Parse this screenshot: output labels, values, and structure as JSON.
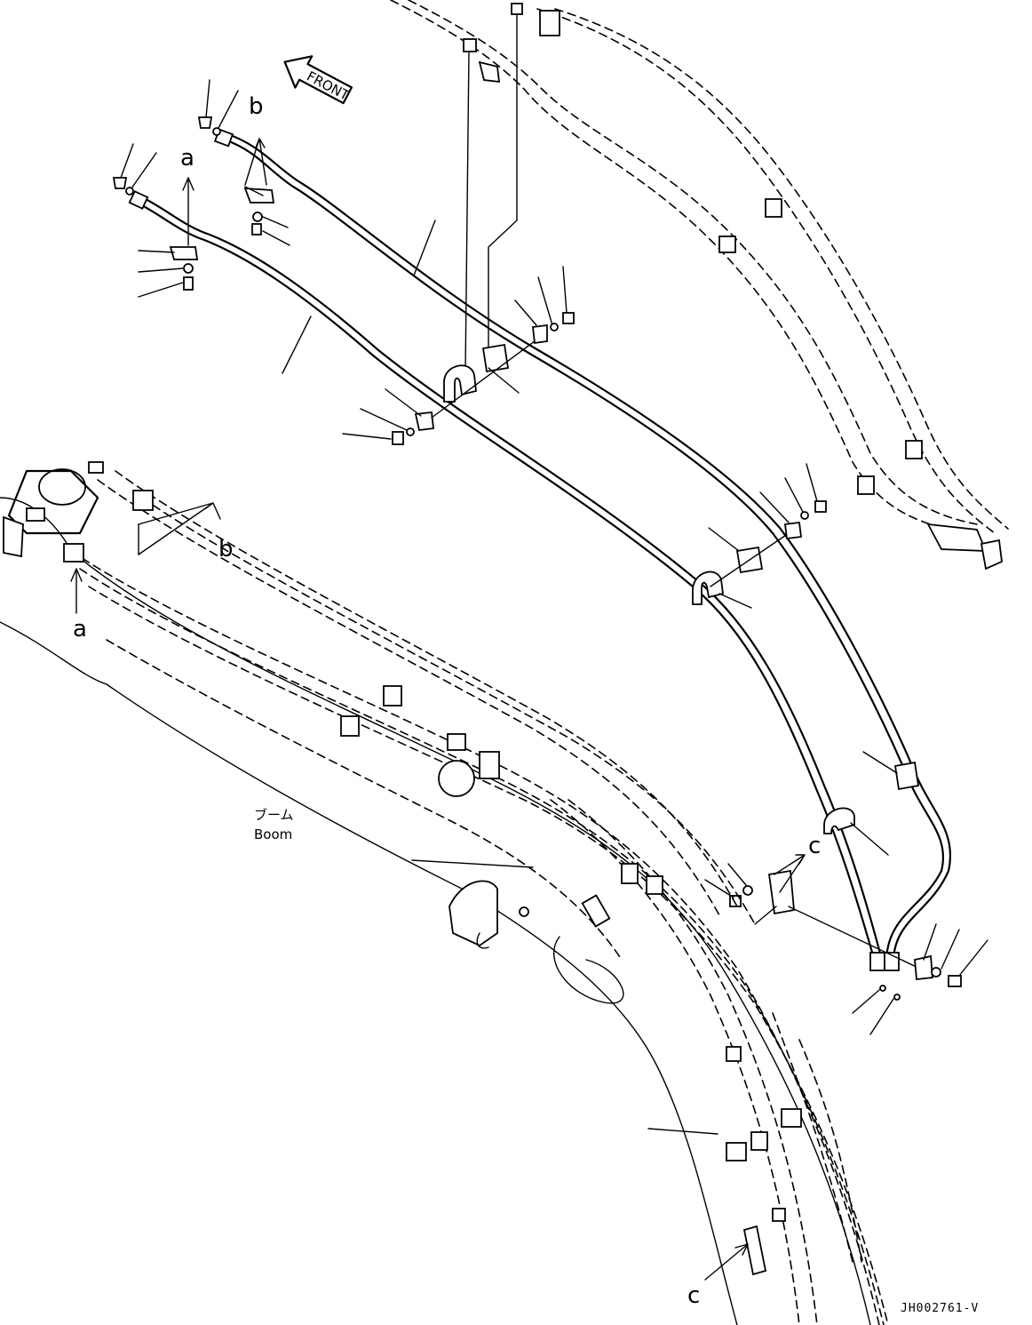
{
  "labels": {
    "a": "a",
    "b": "b",
    "c": "c"
  },
  "boom_label": {
    "japanese": "ブーム",
    "english": "Boom"
  },
  "front_arrow_text": "FRONT",
  "drawing_number": "JH002761-V"
}
